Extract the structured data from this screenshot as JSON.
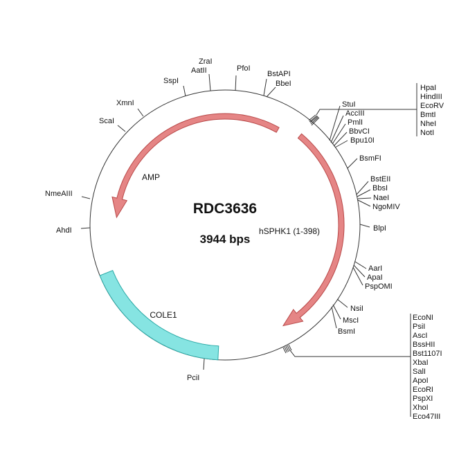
{
  "plasmid": {
    "name": "RDC3636",
    "size_label": "3944 bps"
  },
  "features": {
    "amp": "AMP",
    "insert": "hSPHK1 (1-398)",
    "ori": "COLE1"
  },
  "sites": {
    "zral": "ZraI",
    "aatii": "AatII",
    "sspi": "SspI",
    "pfoi": "PfoI",
    "bstapi": "BstAPI",
    "bbei": "BbeI",
    "xmni": "XmnI",
    "scai": "ScaI",
    "nmeaiii": "NmeAIII",
    "ahdi": "AhdI",
    "pcii": "PciI",
    "stui": "StuI",
    "acciii": "AccIII",
    "pmli": "PmlI",
    "bbvci": "BbvCI",
    "bpu10i": "Bpu10I",
    "bsmfi": "BsmFI",
    "bsteii": "BstEII",
    "bbsi": "BbsI",
    "naei": "NaeI",
    "ngomiv": "NgoMIV",
    "blpi": "BlpI",
    "aari": "AarI",
    "apai": "ApaI",
    "pspomi": "PspOMI",
    "nsii": "NsiI",
    "msci": "MscI",
    "bsmi": "BsmI"
  },
  "mcs_top": [
    "HpaI",
    "HindIII",
    "EcoRV",
    "BmtI",
    "NheI",
    "NotI"
  ],
  "mcs_bottom": [
    "EcoNI",
    "PsiI",
    "AscI",
    "BssHII",
    "Bst1107I",
    "XbaI",
    "SalI",
    "ApoI",
    "EcoRI",
    "PspXI",
    "XhoI",
    "Eco47III"
  ],
  "colors": {
    "backbone": "#333333",
    "feature_arrow_fill": "#e58585",
    "feature_arrow_stroke": "#b84848",
    "ori_fill": "#86e4e2",
    "ori_stroke": "#2aa9a6"
  }
}
